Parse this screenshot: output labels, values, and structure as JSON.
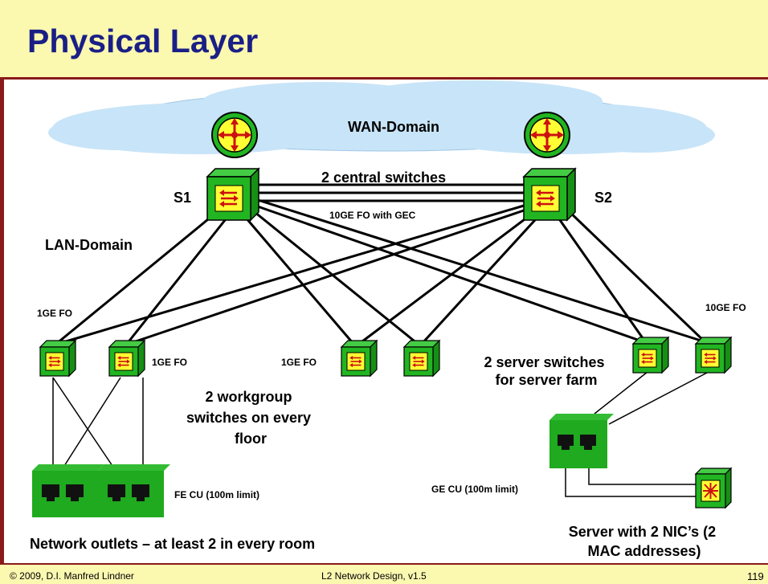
{
  "slide": {
    "title": "Physical Layer",
    "page_number": "119"
  },
  "footer": {
    "copyright": "© 2009, D.I. Manfred Lindner",
    "course": "L2 Network Design, v1.5"
  },
  "labels": {
    "wan_domain": "WAN-Domain",
    "central_switches": "2 central switches",
    "s1": "S1",
    "s2": "S2",
    "uplink": "10GE FO with GEC",
    "lan_domain": "LAN-Domain",
    "ge_fo_left": "1GE FO",
    "ge_fo_mid_left": "1GE FO",
    "ge_fo_mid": "1GE FO",
    "tenge_fo_right": "10GE FO",
    "workgroup_line1": "2 workgroup",
    "workgroup_line2": "switches on every",
    "workgroup_line3": "floor",
    "server_switches_line1": "2 server switches",
    "server_switches_line2": "for server farm",
    "fe_cu": "FE CU (100m limit)",
    "ge_cu": "GE CU (100m limit)",
    "outlets": "Network outlets – at least 2 in every room",
    "server_line1": "Server with 2 NIC’s (2",
    "server_line2": "MAC addresses)"
  },
  "colors": {
    "header_bg": "#fbf8b0",
    "title": "#1a1f86",
    "border": "#8a1a1a",
    "device_green": "#22b522",
    "device_yellow": "#ffff33",
    "arrow_red": "#cc1111",
    "cloud": "#c8e4f8"
  }
}
